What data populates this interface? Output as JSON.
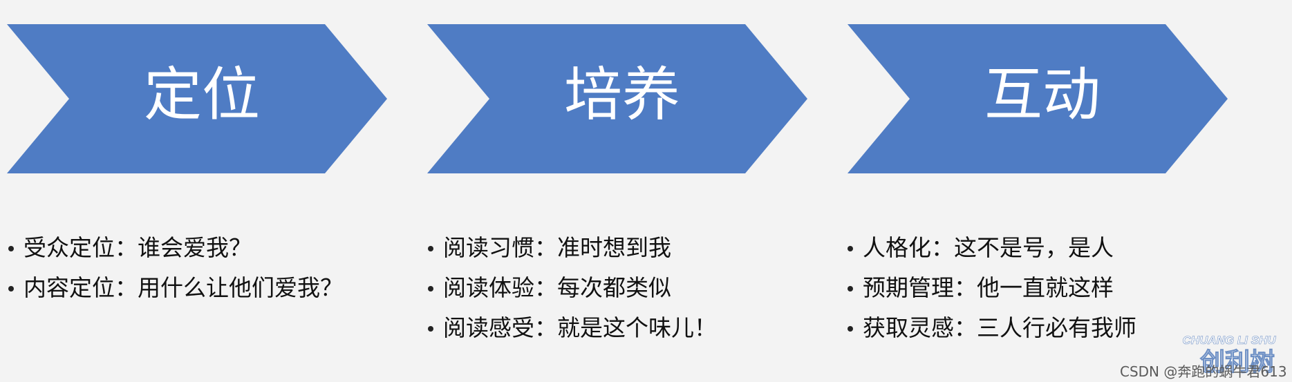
{
  "chevrons": [
    {
      "title": "定位"
    },
    {
      "title": "培养"
    },
    {
      "title": "互动"
    }
  ],
  "columns": [
    {
      "items": [
        "受众定位：谁会爱我？",
        "内容定位：用什么让他们爱我？"
      ]
    },
    {
      "items": [
        "阅读习惯：准时想到我",
        "阅读体验：每次都类似",
        "阅读感受：就是这个味儿！"
      ]
    },
    {
      "items": [
        "人格化：这不是号，是人",
        "预期管理：他一直就这样",
        "获取灵感：三人行必有我师"
      ]
    }
  ],
  "watermark": {
    "logo_en": "CHUANG LI SHU",
    "logo_cn": "创利树",
    "text": "CSDN @奔跑的蜗牛君613"
  },
  "colors": {
    "chevron": "#4f7cc4",
    "background": "#f3f3f3"
  }
}
